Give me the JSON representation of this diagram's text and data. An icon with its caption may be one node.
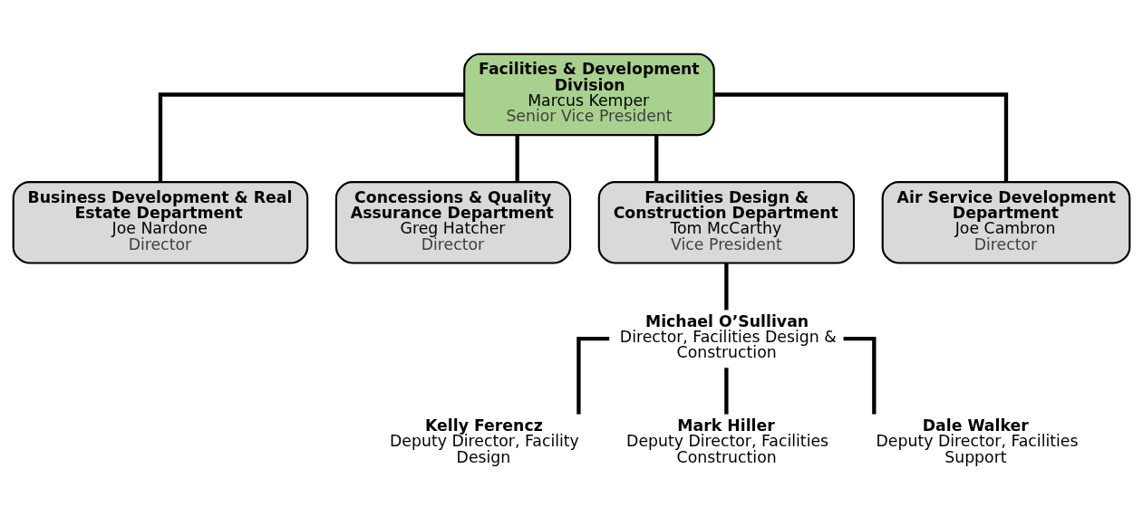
{
  "diagram": {
    "nodes": [
      {
        "text": [
          "Facilities & Development Division",
          "Marcus Kemper",
          "Senior Vice President"
        ]
      },
      {
        "text": [
          "Business Development & Real Estate Department",
          "Joe Nardone",
          "Director"
        ]
      },
      {
        "text": [
          "Concessions & Quality Assurance Department",
          "Greg Hatcher",
          "Director"
        ]
      },
      {
        "text": [
          "Facilities Design & Construction Department",
          "Tom McCarthy",
          "Vice President"
        ]
      },
      {
        "text": [
          "Air Service Development Department",
          "Joe Cambron",
          "Director"
        ]
      },
      {
        "text": [
          "Michael O’Sullivan",
          "Director, Facilities Design & Construction"
        ]
      },
      {
        "text": [
          "Kelly Ferencz",
          "Deputy Director, Facility Design"
        ]
      },
      {
        "text": [
          "Mark Hiller",
          "Deputy Director, Facilities Construction"
        ]
      },
      {
        "text": [
          "Dale Walker",
          "Deputy Director, Facilities Support"
        ]
      }
    ],
    "edges": [
      {
        "from": 0,
        "to": 1,
        "arrow": "none"
      },
      {
        "from": 0,
        "to": 2,
        "arrow": "none"
      },
      {
        "from": 0,
        "to": 3,
        "arrow": "none"
      },
      {
        "from": 0,
        "to": 4,
        "arrow": "none"
      },
      {
        "from": 3,
        "to": 5,
        "arrow": "none"
      },
      {
        "from": 5,
        "to": 6,
        "arrow": "none"
      },
      {
        "from": 5,
        "to": 7,
        "arrow": "none"
      },
      {
        "from": 5,
        "to": 8,
        "arrow": "none"
      }
    ]
  }
}
